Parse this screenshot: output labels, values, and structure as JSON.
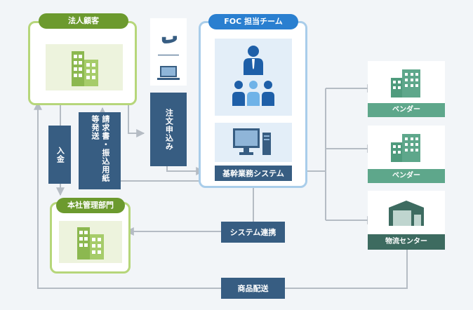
{
  "corporate_client": {
    "title": "法人顧客"
  },
  "foc_team": {
    "title": "FOC 担当チーム"
  },
  "hq_admin": {
    "title": "本社管理部門"
  },
  "flows": {
    "payment": "入金",
    "invoice": "請求書・振込用紙等発送",
    "order": "注文申込み",
    "system_link": "システム連携",
    "product_delivery": "商品配送"
  },
  "core_system": {
    "label": "基幹業務システム"
  },
  "vendors": [
    {
      "label": "ベンダー"
    },
    {
      "label": "ベンダー"
    }
  ],
  "distribution_center": {
    "label": "物流センター"
  },
  "icons": {
    "building": "building-icon",
    "phone": "phone-icon",
    "laptop": "laptop-icon",
    "manager": "person-icon",
    "team": "team-icon",
    "computer": "desktop-computer-icon",
    "warehouse": "warehouse-icon"
  },
  "colors": {
    "green_accent": "#6c9a2e",
    "blue_accent": "#2a7fd0",
    "navy": "#375d82",
    "vendor_green": "#5ea78b",
    "dist_dark": "#3d6b60",
    "line_gray": "#b5bcc4"
  }
}
